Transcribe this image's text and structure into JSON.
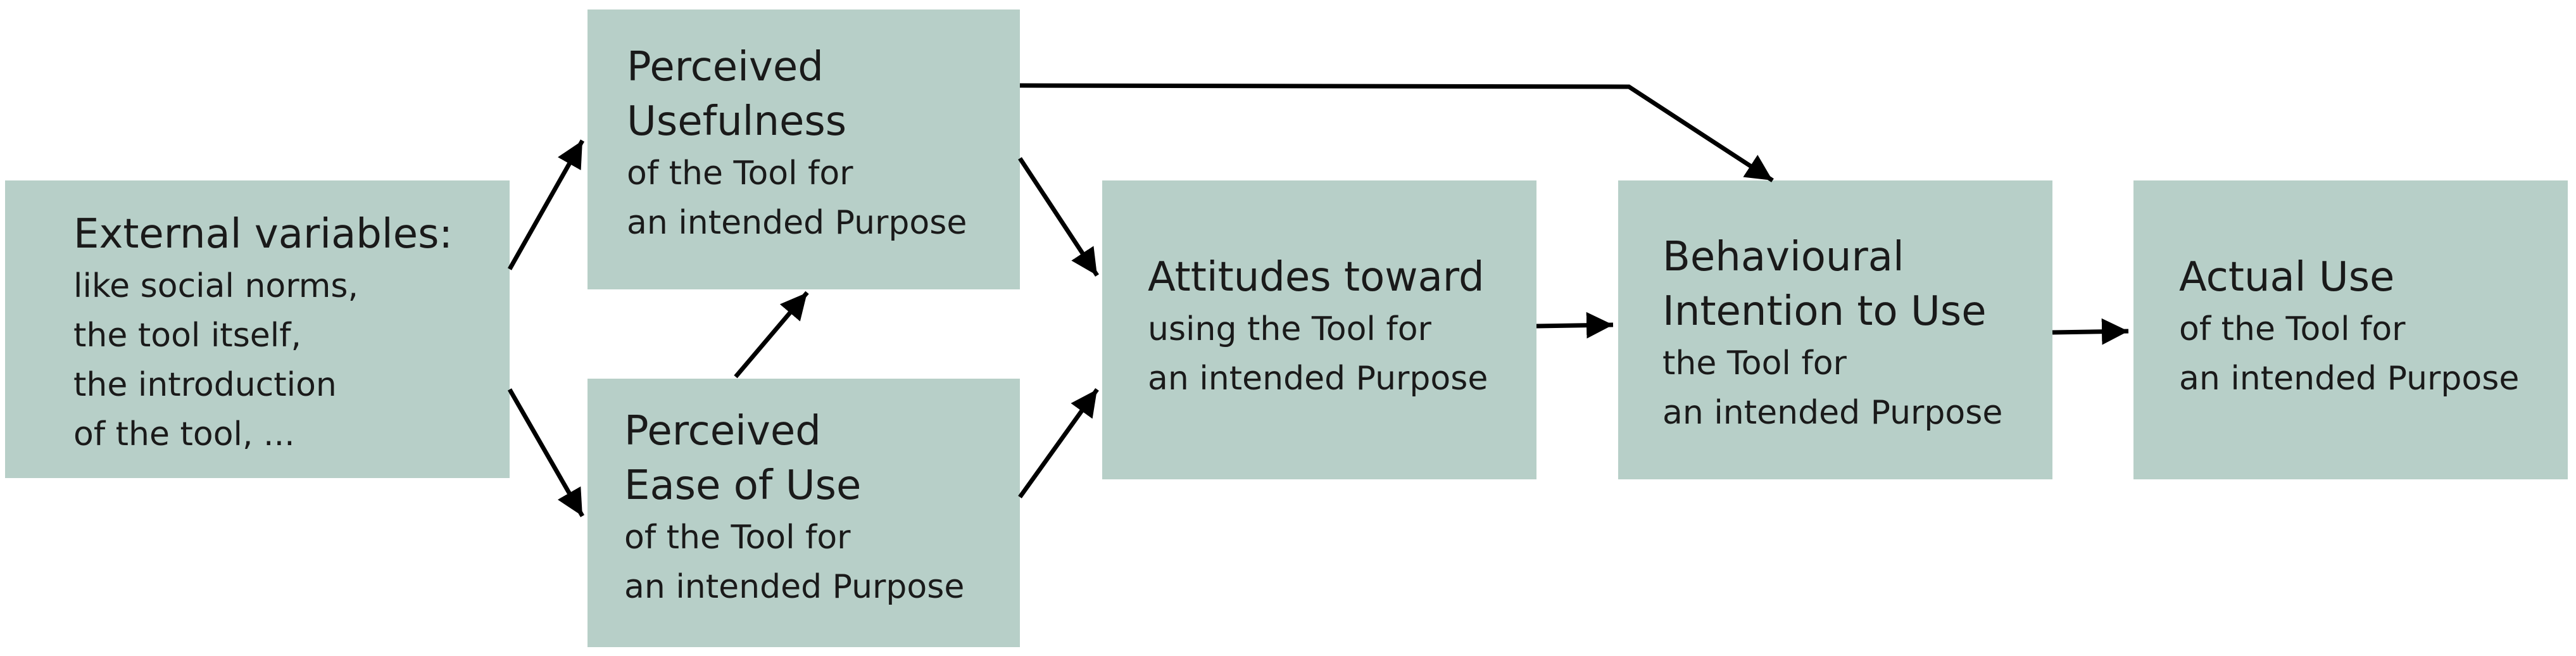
{
  "nodes": {
    "external": {
      "title": "External variables:",
      "body": "like social norms,\nthe tool itself,\nthe introduction\nof the tool, ..."
    },
    "usefulness": {
      "title": "Perceived\nUsefulness",
      "body": "of the Tool for\nan intended Purpose"
    },
    "ease": {
      "title": "Perceived\nEase of Use",
      "body": "of the Tool for\nan intended Purpose"
    },
    "attitudes": {
      "title": "Attitudes toward",
      "body": "using the Tool for\nan intended Purpose"
    },
    "intention": {
      "title": "Behavioural\nIntention to Use",
      "body": "the Tool for\nan intended Purpose"
    },
    "actual": {
      "title": "Actual Use",
      "body": "of the Tool for\nan intended Purpose"
    }
  },
  "edges": [
    {
      "from": "external",
      "to": "usefulness"
    },
    {
      "from": "external",
      "to": "ease"
    },
    {
      "from": "ease",
      "to": "usefulness"
    },
    {
      "from": "usefulness",
      "to": "attitudes"
    },
    {
      "from": "ease",
      "to": "attitudes"
    },
    {
      "from": "usefulness",
      "to": "intention"
    },
    {
      "from": "attitudes",
      "to": "intention"
    },
    {
      "from": "intention",
      "to": "actual"
    }
  ],
  "colors": {
    "box_fill": "#b7cfc8",
    "arrow": "#000000",
    "text": "#1a1a1a"
  }
}
